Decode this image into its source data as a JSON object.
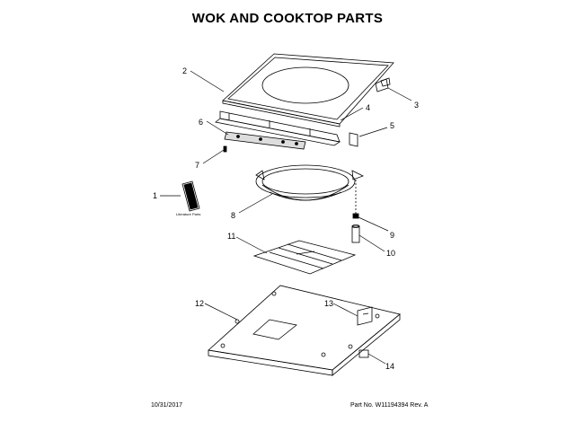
{
  "title": "WOK AND COOKTOP PARTS",
  "footer": {
    "date": "10/31/2017",
    "part_number": "Part No. W11194394  Rev. A"
  },
  "literature_label": "Literature Parts",
  "callouts": [
    "1",
    "2",
    "3",
    "4",
    "5",
    "6",
    "7",
    "8",
    "9",
    "10",
    "11",
    "12",
    "13",
    "14"
  ]
}
